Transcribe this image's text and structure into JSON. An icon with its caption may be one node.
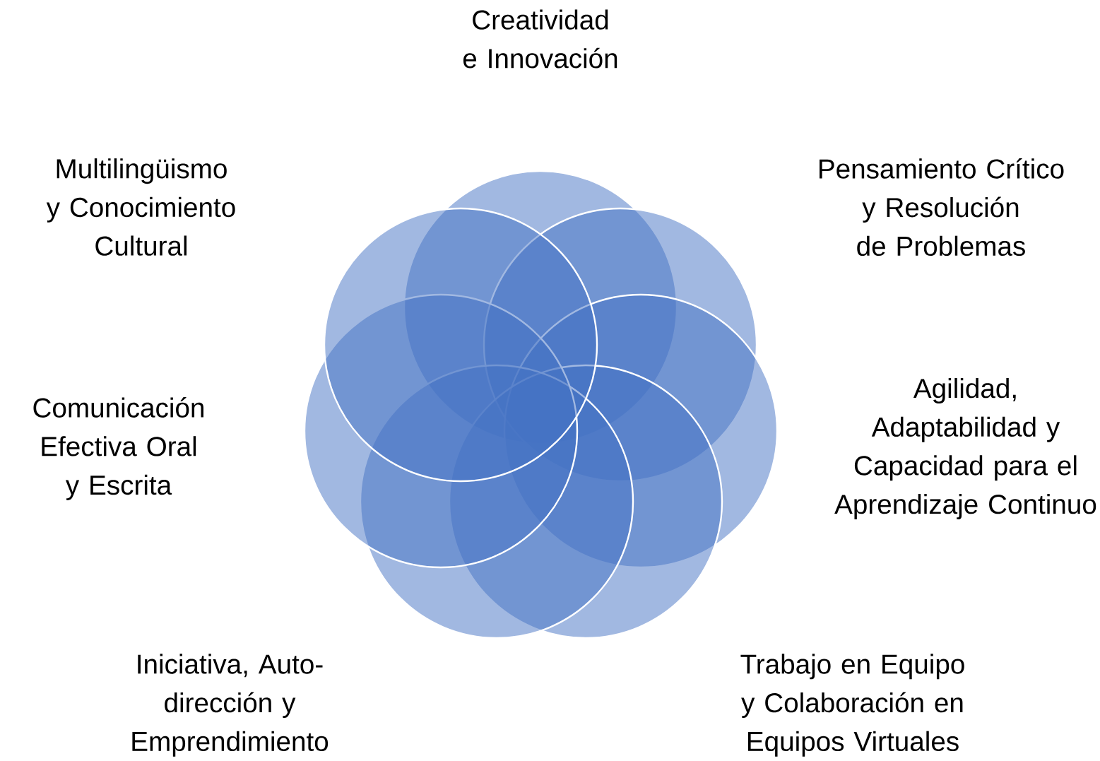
{
  "diagram": {
    "nodes": [
      {
        "text": [],
        "shape": "circle",
        "beside": [
          "Creatividad e Innovación"
        ]
      },
      {
        "text": [],
        "shape": "circle",
        "beside": [
          "Pensamiento Crítico y Resolución de Problemas"
        ]
      },
      {
        "text": [],
        "shape": "circle",
        "beside": [
          "Agilidad, Adaptabilidad y Capacidad para el Aprendizaje Continuo"
        ]
      },
      {
        "text": [],
        "shape": "circle",
        "beside": [
          "Trabajo en Equipo y Colaboración en Equipos Virtuales"
        ]
      },
      {
        "text": [],
        "shape": "circle",
        "beside": [
          "Iniciativa, Auto-dirección y Emprendimiento"
        ]
      },
      {
        "text": [],
        "shape": "circle",
        "beside": [
          "Comunicación Efectiva Oral y Escrita"
        ]
      },
      {
        "text": [],
        "shape": "circle",
        "beside": [
          "Multilingüismo y Conocimiento Cultural"
        ]
      }
    ]
  }
}
